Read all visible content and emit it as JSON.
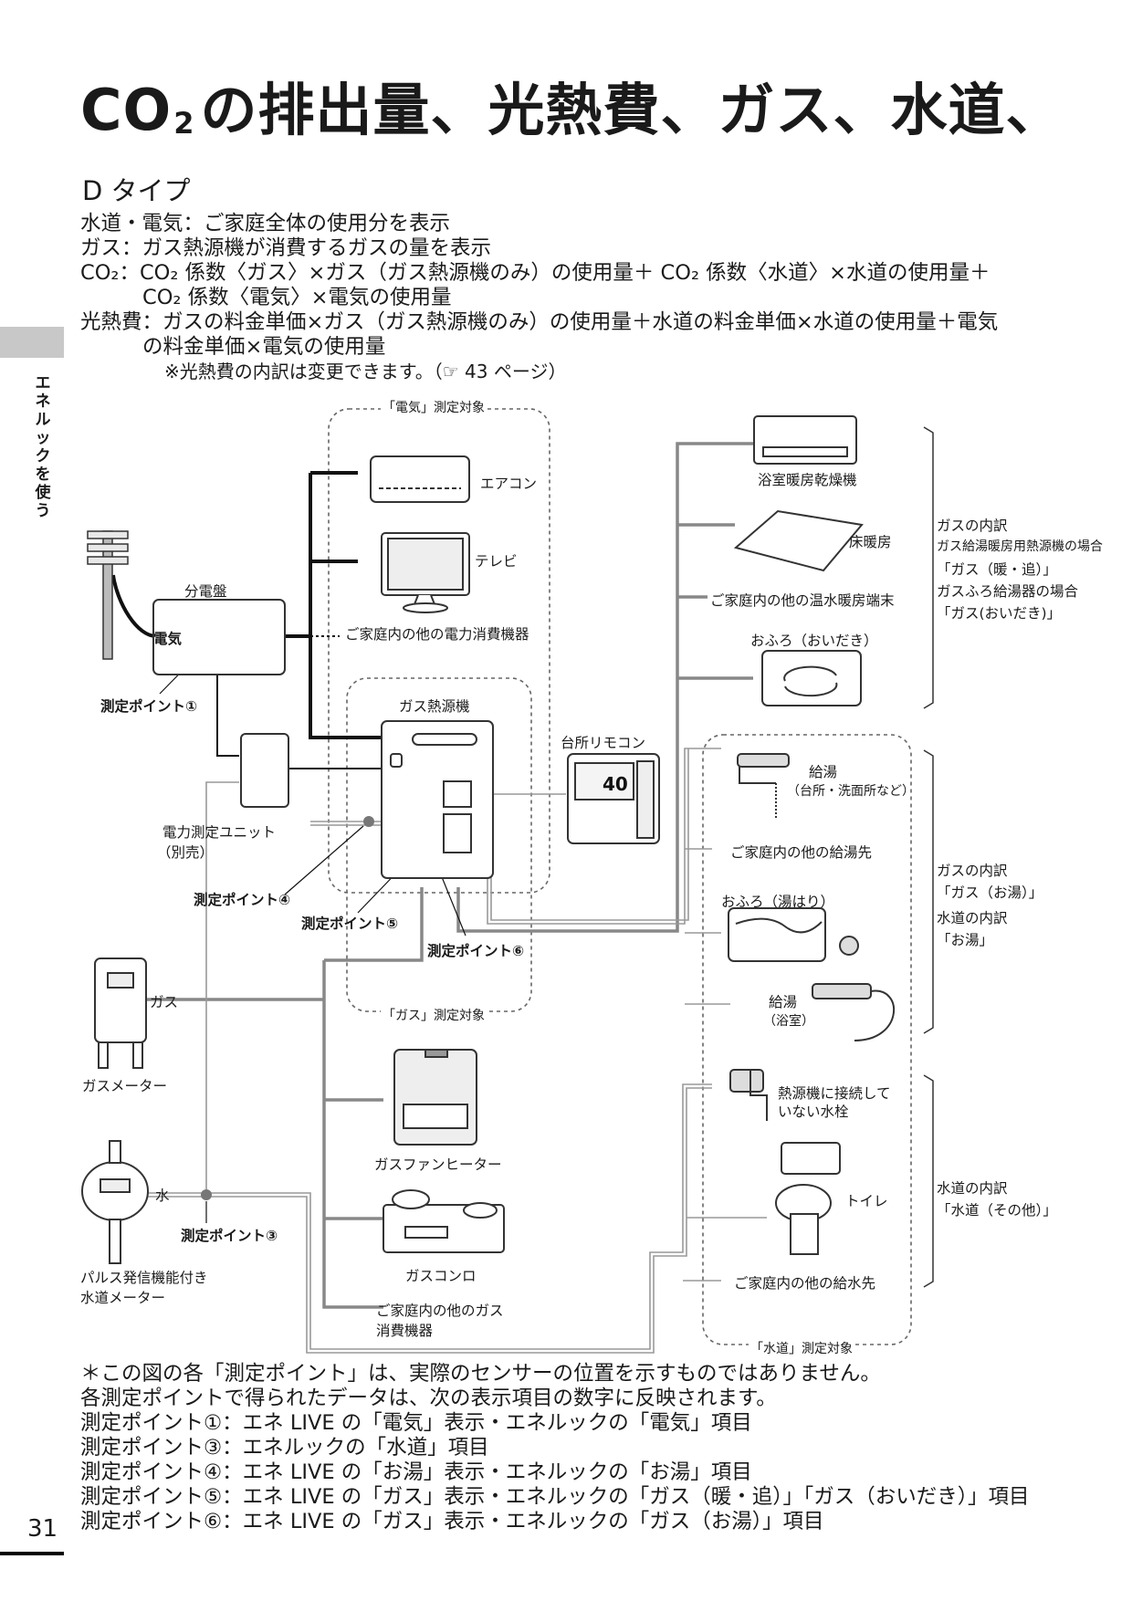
{
  "header": {
    "title_prefix": "CO",
    "title_sub": "2",
    "title_rest": "の排出量、光熱費、ガス、水道、"
  },
  "type_heading": "D タイプ",
  "intro": {
    "line1": "水道・電気：ご家庭全体の使用分を表示",
    "line2": "ガス：ガス熱源機が消費するガスの量を表示",
    "line3": "CO₂：CO₂ 係数〈ガス〉×ガス（ガス熱源機のみ）の使用量＋ CO₂ 係数〈水道〉×水道の使用量＋",
    "line4": "CO₂ 係数〈電気〉×電気の使用量",
    "line5": "光熱費：ガスの料金単価×ガス（ガス熱源機のみ）の使用量＋水道の料金単価×水道の使用量＋電気",
    "line6": "の料金単価×電気の使用量",
    "note": "※光熱費の内訳は変更できます。（☞ 43 ページ）"
  },
  "side_label": "エネルックを使う",
  "page_number": "31",
  "diagram": {
    "electric_target": "「電気」測定対象",
    "gas_target": "「ガス」測定対象",
    "water_target": "「水道」測定対象",
    "aircon": "エアコン",
    "tv": "テレビ",
    "other_electric": "ご家庭内の他の電力消費機器",
    "panel": "分電盤",
    "electric": "電気",
    "point1": "測定ポイント①",
    "gas_heater_unit": "ガス熱源機",
    "power_unit": "電力測定ユニット",
    "power_unit_sub": "（別売）",
    "point4": "測定ポイント④",
    "point5": "測定ポイント⑤",
    "point6": "測定ポイント⑥",
    "gas": "ガス",
    "gas_meter": "ガスメーター",
    "water": "水",
    "point3": "測定ポイント③",
    "water_meter_1": "パルス発信機能付き",
    "water_meter_2": "水道メーター",
    "fan_heater": "ガスファンヒーター",
    "gas_stove": "ガスコンロ",
    "other_gas_1": "ご家庭内の他のガス",
    "other_gas_2": "消費機器",
    "kitchen_remote": "台所リモコン",
    "remote_temp": "40",
    "bath_dryer": "浴室暖房乾燥機",
    "floor_heating": "床暖房",
    "other_hot_water_heating": "ご家庭内の他の温水暖房端末",
    "bath_reheat": "おふろ（おいだき）",
    "hot_supply": "給湯",
    "hot_supply_sub": "（台所・洗面所など）",
    "other_hot_supply": "ご家庭内の他の給湯先",
    "bath_fill": "おふろ（湯はり）",
    "hot_supply_bath": "給湯",
    "hot_supply_bath_sub": "（浴室）",
    "faucet_1": "熱源機に接続して",
    "faucet_2": "いない水栓",
    "toilet": "トイレ",
    "other_water": "ご家庭内の他の給水先",
    "right_gas1_1": "ガスの内訳",
    "right_gas1_2": "ガス給湯暖房用熱源機の場合",
    "right_gas1_3": "「ガス（暖・追）」",
    "right_gas1_4": "ガスふろ給湯器の場合",
    "right_gas1_5": "「ガス(おいだき)」",
    "right_gas2_1": "ガスの内訳",
    "right_gas2_2": "「ガス（お湯）」",
    "right_water1_1": "水道の内訳",
    "right_water1_2": "「お湯」",
    "right_water2_1": "水道の内訳",
    "right_water2_2": "「水道（その他）」"
  },
  "footer": {
    "line1": "＊この図の各「測定ポイント」は、実際のセンサーの位置を示すものではありません。",
    "line2": "各測定ポイントで得られたデータは、次の表示項目の数字に反映されます。",
    "line3": "測定ポイント①：エネ LIVE の「電気」表示・エネルックの「電気」項目",
    "line4": "測定ポイント③：エネルックの「水道」項目",
    "line5": "測定ポイント④：エネ LIVE の「お湯」表示・エネルックの「お湯」項目",
    "line6": "測定ポイント⑤：エネ LIVE の「ガス」表示・エネルックの「ガス（暖・追）」「ガス（おいだき）」項目",
    "line7": "測定ポイント⑥：エネ LIVE の「ガス」表示・エネルックの「ガス（お湯）」項目"
  }
}
